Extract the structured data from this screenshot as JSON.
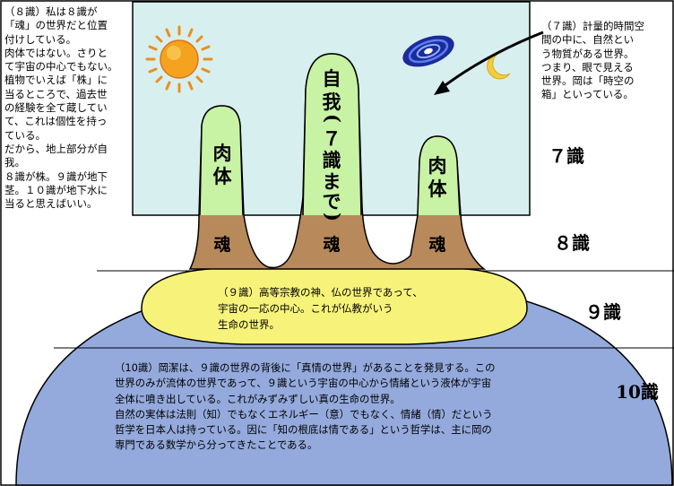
{
  "colors": {
    "sky": "#d8eff0",
    "ego_green": "#c8f2a4",
    "soil": "#b8895a",
    "yellow": "#f7f37a",
    "globe_blue": "#94aadd",
    "outline": "#000000"
  },
  "icons": [
    "sun-icon",
    "galaxy-icon",
    "crescent-moon-icon",
    "arrow-icon"
  ],
  "left_note": [
    "（８識）私は８識が",
    "「魂」の世界だと位置",
    "付けしている。",
    "肉体ではない。さりと",
    "て宇宙の中心でもない。",
    "植物でいえば「株」に",
    "当るところで、過去世",
    "の経験を全て蔵してい",
    "て、これは個性を持っ",
    "ている。",
    "だから、地上部分が自",
    "我。",
    "８識が株。９識が地下",
    "茎。１０識が地下水に",
    "当ると思えばいい。"
  ],
  "right_note": [
    "（７識）計量的時間空",
    "間の中に、自然とい",
    "う物質がある世界。",
    "つまり、眼で見える",
    "世界。岡は「時空の",
    "箱」といっている。"
  ],
  "peaks": {
    "left": [
      "肉",
      "体"
    ],
    "center": [
      "自",
      "我",
      "(",
      "７",
      "識",
      "ま",
      "で",
      ")"
    ],
    "right": [
      "肉",
      "体"
    ]
  },
  "soul_label": "魂",
  "levels": {
    "seven": "７識",
    "eight": "８識",
    "nine": "９識",
    "ten": "10識"
  },
  "nine_text": [
    "（９識）高等宗教の神、仏の世界であって、",
    "宇宙の一応の中心。これが仏教がいう",
    "生命の世界。"
  ],
  "ten_text": [
    "（10識）岡潔は、９識の世界の背後に「真情の世界」があることを発見する。この",
    "世界のみが流体の世界であって、９識という宇宙の中心から情緒という液体が宇宙",
    "全体に噴き出している。これがみずみずしい真の生命の世界。",
    "自然の実体は法則（知）でもなくエネルギー（意）でもなく、情緒（情）だという",
    "哲学を日本人は持っている。因に「知の根底は情である」という哲学は、主に岡の",
    "専門である数学から分ってきたことである。"
  ]
}
